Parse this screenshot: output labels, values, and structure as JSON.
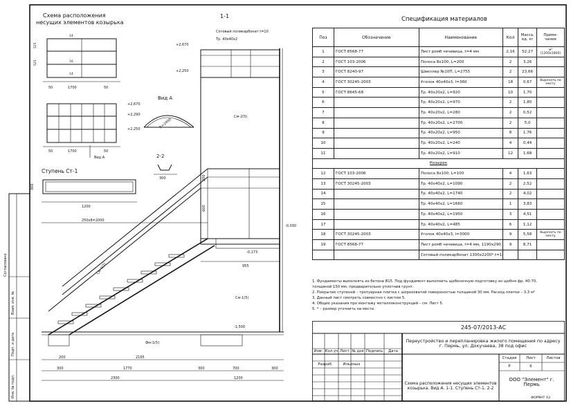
{
  "titles": {
    "scheme": "Схема расположения несущих элементов козырька",
    "section_1_1": "1-1",
    "view_a": "Вид А",
    "section_2_2": "2-2",
    "step": "Ступень Ст-1",
    "spec": "Спецификация материалов"
  },
  "spec_headers": {
    "pos": "Поз",
    "designation": "Обозначение",
    "name": "Наименование",
    "qty": "Кол",
    "mass": "Масса, ед. кг",
    "note": "Приме- чание"
  },
  "spec_rows": [
    {
      "pos": "1",
      "designation": "ГОСТ 8568-77",
      "name": "Лист ромб чечевица, t=4 мм",
      "qty": "2,16",
      "mass": "52,27",
      "note": "м² (1200х1800)"
    },
    {
      "pos": "2",
      "designation": "ГОСТ 103-2006",
      "name": "Полоса 8х100, L=200",
      "qty": "2",
      "mass": "3,26",
      "note": ""
    },
    {
      "pos": "3",
      "designation": "ГОСТ 8240-97",
      "name": "Швеллер №10П, L=2755",
      "qty": "2",
      "mass": "23,66",
      "note": ""
    },
    {
      "pos": "4",
      "designation": "ГОСТ 30245-2003",
      "name": "Уголок 40х40х3, l=360",
      "qty": "18",
      "mass": "0,67",
      "note": "Вырезать по месту"
    },
    {
      "pos": "5",
      "designation": "ГОСТ 8645-68",
      "name": "Тр. 40х20х2, L=920",
      "qty": "10",
      "mass": "1,70",
      "note": ""
    },
    {
      "pos": "6",
      "designation": "",
      "name": "Тр. 40х20х2, L=970",
      "qty": "2",
      "mass": "1,80",
      "note": ""
    },
    {
      "pos": "7",
      "designation": "",
      "name": "Тр. 40х20х2, L=280",
      "qty": "2",
      "mass": "0,52",
      "note": ""
    },
    {
      "pos": "8",
      "designation": "",
      "name": "Тр. 40х20х2, L=2700",
      "qty": "2",
      "mass": "5,0",
      "note": ""
    },
    {
      "pos": "9",
      "designation": "",
      "name": "Тр. 40х20х2, L=950",
      "qty": "8",
      "mass": "1,76",
      "note": ""
    },
    {
      "pos": "10",
      "designation": "",
      "name": "Тр. 40х20х2, L=240",
      "qty": "4",
      "mass": "0,44",
      "note": ""
    },
    {
      "pos": "11",
      "designation": "",
      "name": "Тр. 40х20х2, L=910",
      "qty": "12",
      "mass": "1,68",
      "note": ""
    },
    {
      "section": "Козырек"
    },
    {
      "pos": "12",
      "designation": "ГОСТ 103-2006",
      "name": "Полоса 8х100, L=100",
      "qty": "4",
      "mass": "1,63",
      "note": ""
    },
    {
      "pos": "13",
      "designation": "ГОСТ 30245-2003",
      "name": "Тр. 40х40х2, L=1090",
      "qty": "2",
      "mass": "2,52",
      "note": ""
    },
    {
      "pos": "14",
      "designation": "",
      "name": "Тр. 40х40х2, L=1740",
      "qty": "2",
      "mass": "4,02",
      "note": ""
    },
    {
      "pos": "15",
      "designation": "",
      "name": "Тр. 40х40х2, L=1660",
      "qty": "1",
      "mass": "3,83",
      "note": ""
    },
    {
      "pos": "16",
      "designation": "",
      "name": "Тр. 40х40х2, L=1950",
      "qty": "3",
      "mass": "4,51",
      "note": ""
    },
    {
      "pos": "17",
      "designation": "",
      "name": "Тр. 40х40х2, L=485",
      "qty": "6",
      "mass": "1,12",
      "note": ""
    },
    {
      "pos": "18",
      "designation": "ГОСТ 30245-2003",
      "name": "Уголок 40х40х3, l=3000",
      "qty": "9",
      "mass": "5,58",
      "note": "Вырезать по месту"
    },
    {
      "pos": "19",
      "designation": "ГОСТ 8568-77",
      "name": "Лист ромб чечевица, t=4 мм, 1190х290",
      "qty": "9",
      "mass": "8,71",
      "note": ""
    },
    {
      "pos": "",
      "designation": "",
      "name": "Сотовый поликарбонат 1300х2200* t=10",
      "qty": "",
      "mass": "",
      "note": ""
    }
  ],
  "notes": [
    "1. Фундаменты выполнять из бетона В15. Под фундамент выполнить щебеночную подготовку из щебня фр. 40-70,",
    "толщиной 150 мм, предварительно уплотнив грунт.",
    "2. Покрытие ступеней – тротуарная плитка с шероховатой поверхностью толщиной 30 мм. Расход плитки – 3,3 м²",
    "3. Данный лист смотреть совместно с листом 5.",
    "4. Общие указания про монтажу металлоконструкций – см. Лист 5.",
    "5. * – размер уточнить на месте."
  ],
  "title_block": {
    "code": "245-07/2013-АС",
    "project": "Переустройство и перепланировка жилого помещения по адресу г. Пермь, ул. Докучаева, 38 под офис",
    "cols": [
      "Изм.",
      "Кол.уч",
      "Лист",
      "№ док",
      "Подпись",
      "Дата"
    ],
    "role": "Разраб.",
    "person": "Ильиных",
    "sheet_title": "Схема расположения несущих элементов козырька. Вид А. 1-1. Ступень Ст-1. 2-2",
    "stage_label": "Стадия",
    "sheet_label": "Лист",
    "sheets_label": "Листов",
    "stage": "Р",
    "sheet": "6",
    "org": "ООО \"Элемент\" г. Пермь",
    "format": "ФОРМАТ А3"
  },
  "side_stamp": [
    "Согласовано",
    "Взам. инв. №",
    "Подп. и дата",
    "Инв. № подл."
  ],
  "drawing_labels": {
    "polycarb": "Сотовый поликарбонат t=10",
    "pipe": "Тр. 40х40х2",
    "el_2670": "+2,670",
    "el_2250": "+2,250",
    "el_2250b": "+2,250",
    "el_2290": "+2,290",
    "el_030": "-0,030",
    "el_173": "-0,173",
    "el_1500": "-1,500",
    "dim_1700": "1700",
    "dim_50": "50",
    "dim_1200": "1200",
    "dim_300": "300",
    "dim_200": "200",
    "dim_600": "600",
    "dim_955": "955",
    "dim_250x8": "250х8=2000",
    "dim_2165": "2165",
    "dim_1770": "1770",
    "dim_700": "700",
    "dim_2300": "2300",
    "sm_1": "См-1(5)",
    "fm_1": "Фм-1(5)",
    "vid_a_small": "Вид А",
    "r_label": "R=2400"
  },
  "accent_color": "#111111"
}
